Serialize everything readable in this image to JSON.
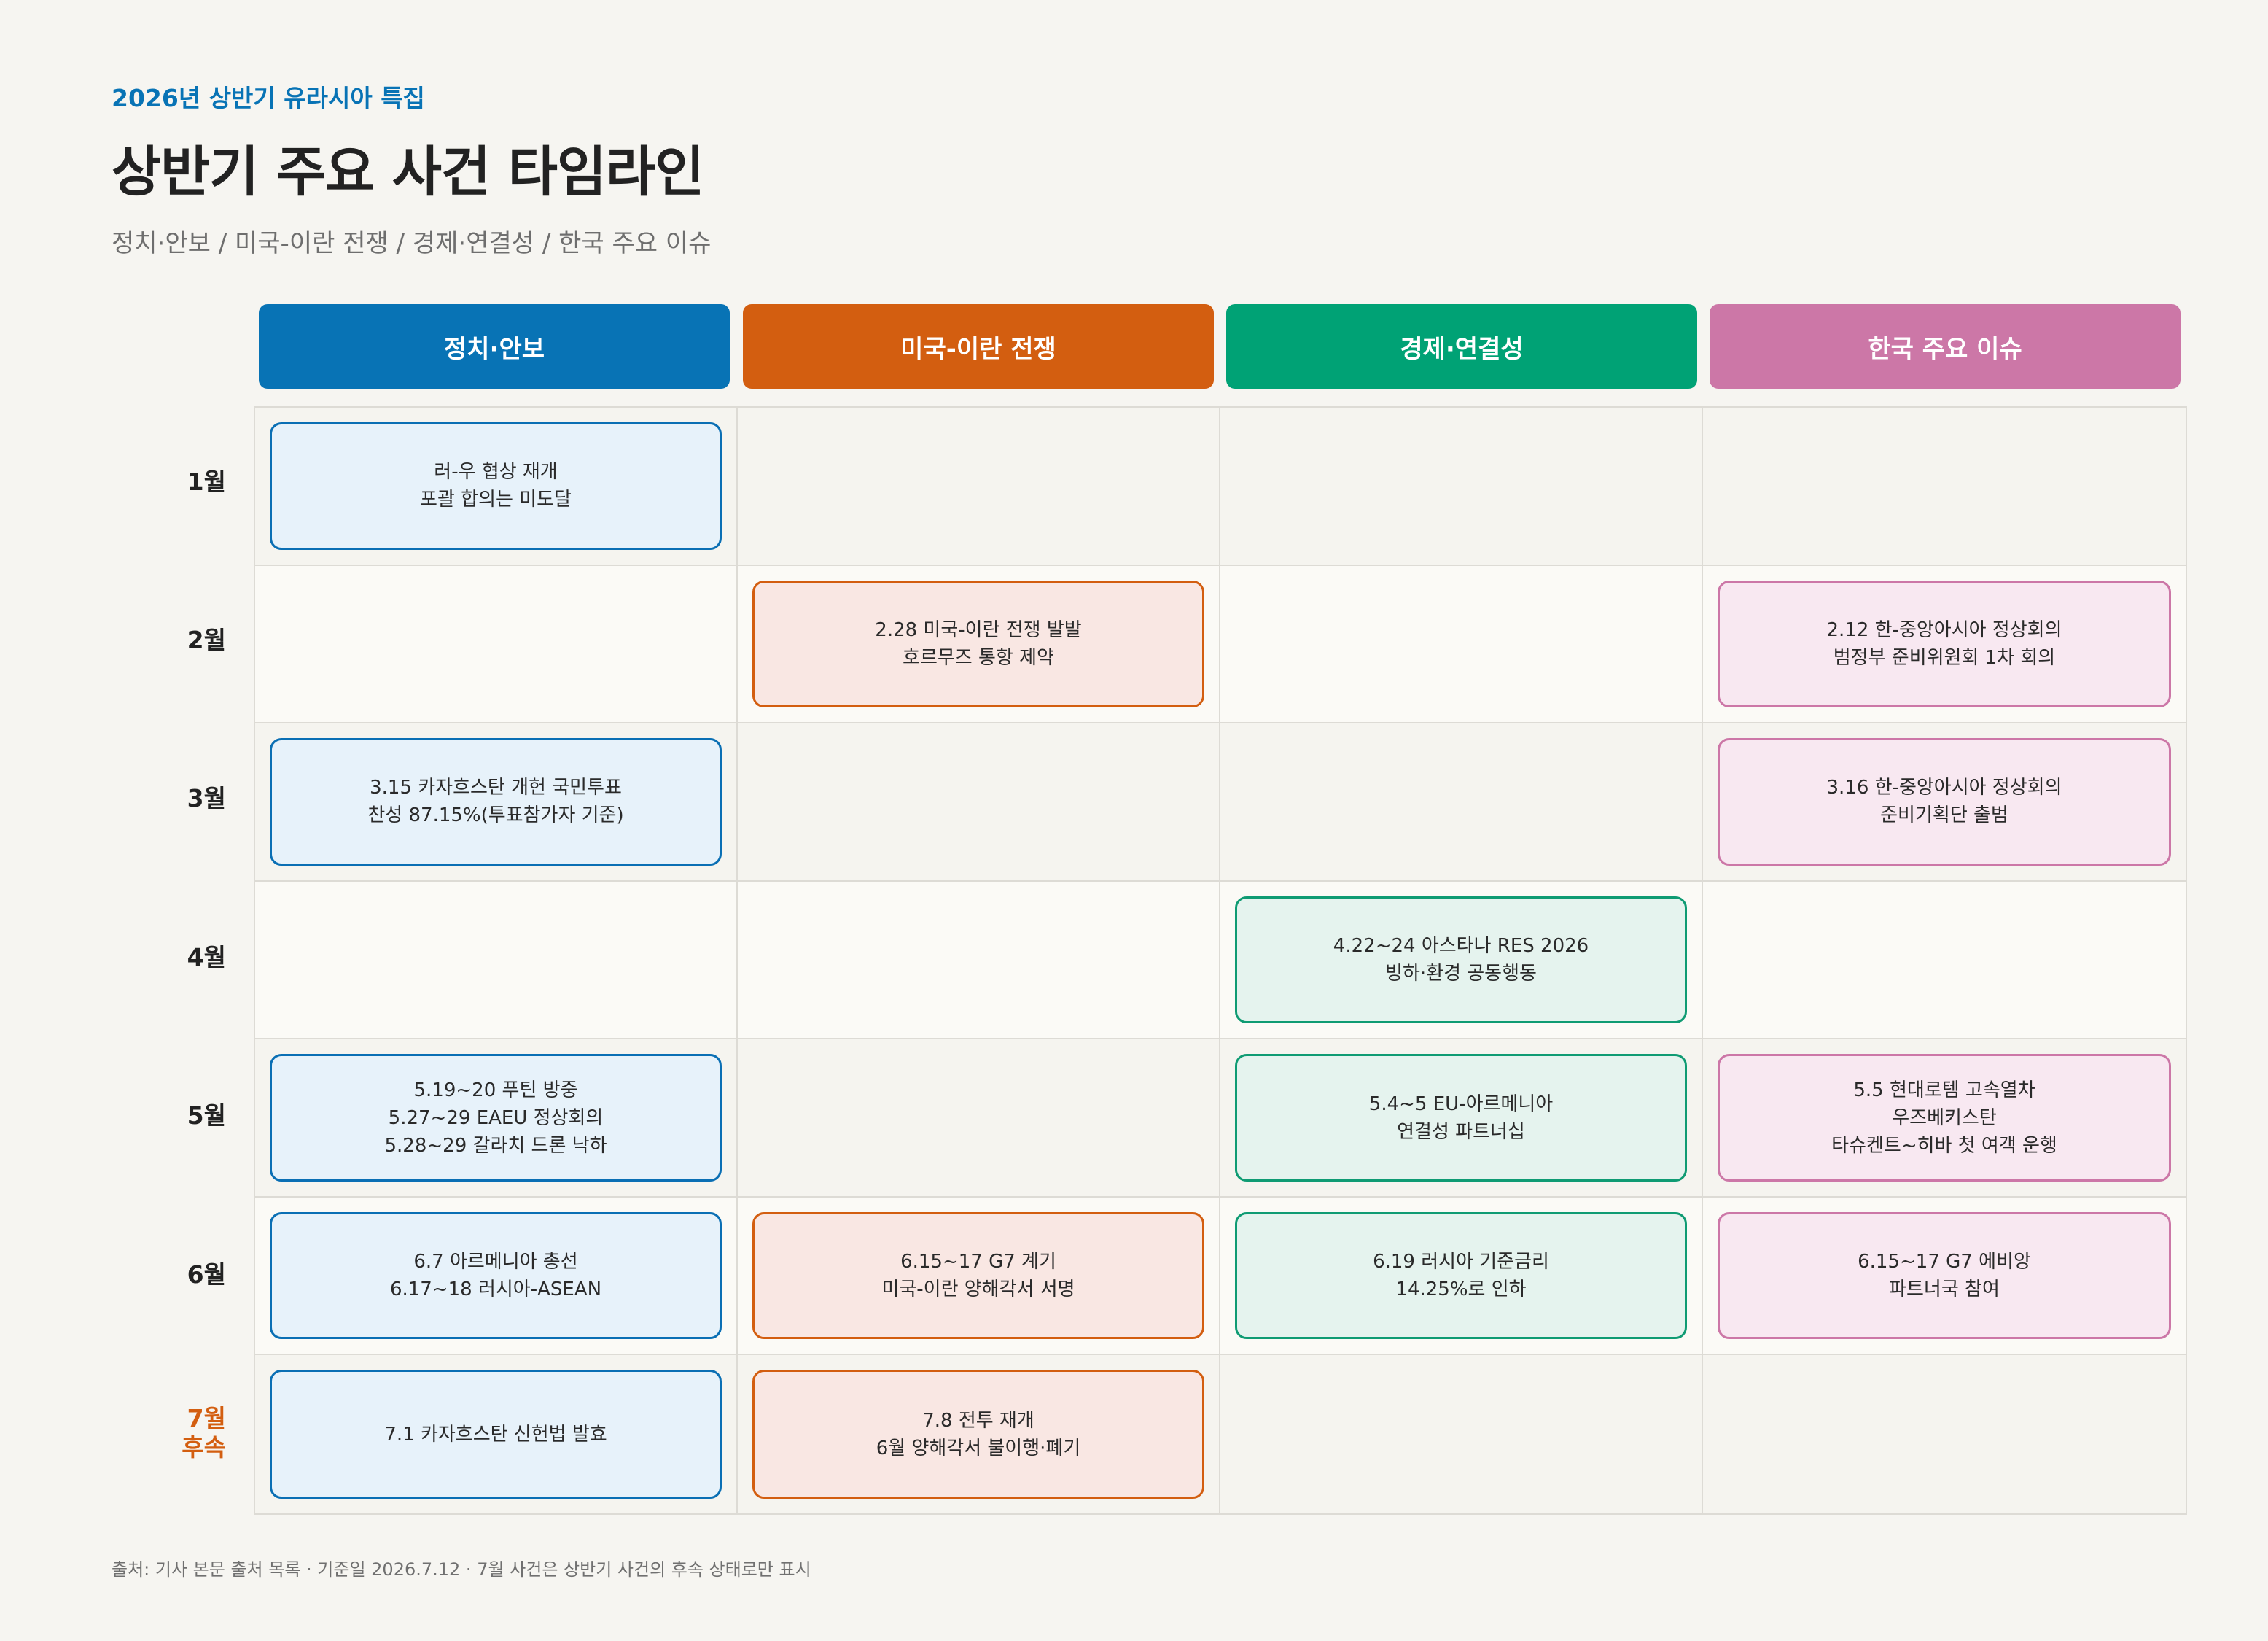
{
  "header": {
    "kicker": "2026년 상반기 유라시아 특집",
    "title": "상반기 주요 사건 타임라인",
    "subtitle": "정치·안보 / 미국-이란 전쟁 / 경제·연결성 / 한국 주요 이슈"
  },
  "colors": {
    "politics": "#0873b5",
    "war": "#d35e10",
    "economy": "#00a275",
    "korea": "#cc77a7"
  },
  "columns": [
    "정치·안보",
    "미국-이란 전쟁",
    "경제·연결성",
    "한국 주요 이슈"
  ],
  "rows": {
    "m1": {
      "label": "1월",
      "politics": [
        "러-우 협상 재개",
        "포괄 합의는 미도달"
      ]
    },
    "m2": {
      "label": "2월",
      "war": [
        "2.28 미국-이란 전쟁 발발",
        "호르무즈 통항 제약"
      ],
      "korea": [
        "2.12 한-중앙아시아 정상회의",
        "범정부 준비위원회 1차 회의"
      ]
    },
    "m3": {
      "label": "3월",
      "politics": [
        "3.15 카자흐스탄 개헌 국민투표",
        "찬성 87.15%(투표참가자 기준)"
      ],
      "korea": [
        "3.16 한-중앙아시아 정상회의",
        "준비기획단 출범"
      ]
    },
    "m4": {
      "label": "4월",
      "economy": [
        "4.22~24 아스타나 RES 2026",
        "빙하·환경 공동행동"
      ]
    },
    "m5": {
      "label": "5월",
      "politics": [
        "5.19~20 푸틴 방중",
        "5.27~29 EAEU 정상회의",
        "5.28~29 갈라치 드론 낙하"
      ],
      "economy": [
        "5.4~5 EU-아르메니아",
        "연결성 파트너십"
      ],
      "korea": [
        "5.5 현대로템 고속열차",
        "우즈베키스탄",
        "타슈켄트~히바 첫 여객 운행"
      ]
    },
    "m6": {
      "label": "6월",
      "politics": [
        "6.7 아르메니아 총선",
        "6.17~18 러시아-ASEAN"
      ],
      "war": [
        "6.15~17 G7 계기",
        "미국-이란 양해각서 서명"
      ],
      "economy": [
        "6.19 러시아 기준금리",
        "14.25%로 인하"
      ],
      "korea": [
        "6.15~17 G7 에비앙",
        "파트너국 참여"
      ]
    },
    "m7": {
      "label_line1": "7월",
      "label_line2": "후속",
      "politics": [
        "7.1 카자흐스탄 신헌법 발효"
      ],
      "war": [
        "7.8 전투 재개",
        "6월 양해각서 불이행·폐기"
      ]
    }
  },
  "footer": "출처: 기사 본문 출처 목록 · 기준일 2026.7.12 · 7월 사건은 상반기 사건의 후속 상태로만 표시"
}
